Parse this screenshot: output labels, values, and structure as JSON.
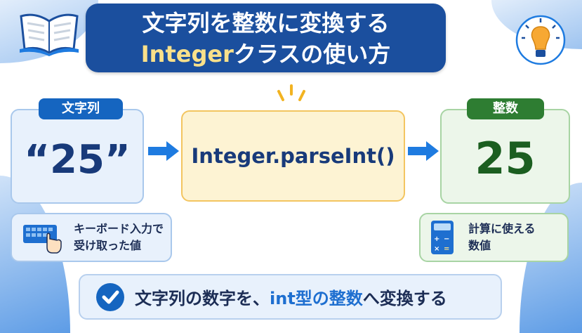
{
  "title": {
    "line1": "文字列を整数に変換する",
    "line2_highlight": "Integer",
    "line2_rest": "クラスの使い方"
  },
  "input": {
    "tab": "文字列",
    "value": "“25”",
    "note_line1": "キーボード入力で",
    "note_line2": "受け取った値"
  },
  "method": {
    "label": "Integer.parseInt()"
  },
  "output": {
    "tab": "整数",
    "value": "25",
    "note_line1": "計算に使える",
    "note_line2": "数値"
  },
  "summary": {
    "part1": "文字列の数字を、",
    "part2": "int型の整数",
    "part3": "へ変換する"
  },
  "icons": [
    "book-icon",
    "lightbulb-icon",
    "arrow-right-icon",
    "keyboard-icon",
    "calculator-icon",
    "check-icon"
  ],
  "colors": {
    "title_bg": "#1b4f9e",
    "blue": "#1565c0",
    "green": "#2e7d32",
    "yellow": "#f3c560"
  }
}
